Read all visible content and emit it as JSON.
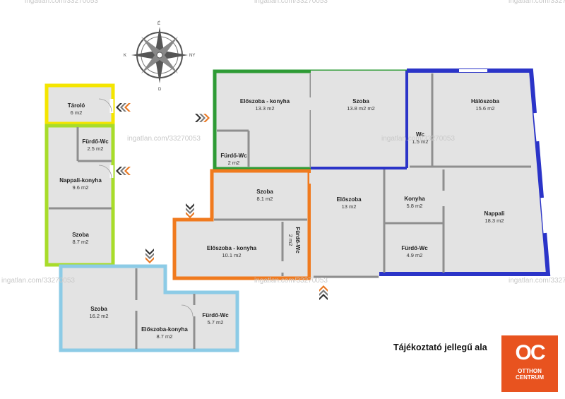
{
  "disclaimer": "Tájékoztató jellegű ala",
  "logo": {
    "mark": "OC",
    "line1": "OTTHON",
    "line2": "CENTRUM"
  },
  "watermark": "ingatlan.com/33270053",
  "compass": {
    "north": "É",
    "south": "D",
    "east": "K",
    "west": "NY"
  },
  "colors": {
    "yellow": "#f4e500",
    "lime": "#a8dc2a",
    "blue_light": "#8ccbe6",
    "orange": "#f07a1e",
    "green": "#2e9b35",
    "navy": "#2b34c8",
    "floor": "#e3e3e3",
    "wall": "#8f8f8f",
    "entrance_arrow": "#e87722"
  },
  "rooms": {
    "taroló": {
      "name": "Tároló",
      "area": "6 m2"
    },
    "furdo_y": {
      "name": "Fürdő-Wc",
      "area": "2.5 m2"
    },
    "nappali_konyha_y": {
      "name": "Nappali-konyha",
      "area": "9.6 m2"
    },
    "szoba_y": {
      "name": "Szoba",
      "area": "8.7 m2"
    },
    "szoba_b": {
      "name": "Szoba",
      "area": "16.2 m2"
    },
    "eloszoba_konyha_b": {
      "name": "Előszoba-konyha",
      "area": "8.7 m2"
    },
    "furdo_b": {
      "name": "Fürdő-Wc",
      "area": "5.7 m2"
    },
    "eloszoba_konyha_g": {
      "name": "Előszoba - konyha",
      "area": "13.3 m2"
    },
    "szoba_g": {
      "name": "Szoba",
      "area": "13.8 m2 m2"
    },
    "furdo_g": {
      "name": "Fürdő-Wc",
      "area": "2 m2"
    },
    "szoba_o": {
      "name": "Szoba",
      "area": "8.1 m2"
    },
    "eloszoba_konyha_o": {
      "name": "Előszoba - konyha",
      "area": "10.1 m2"
    },
    "furdo_o": {
      "name": "Fürdő-Wc",
      "area": "2 m2"
    },
    "wc_n": {
      "name": "Wc",
      "area": "1.5 m2"
    },
    "haloszoba_n": {
      "name": "Hálószoba",
      "area": "15.6 m2"
    },
    "eloszoba_n": {
      "name": "Előszoba",
      "area": "13 m2"
    },
    "konyha_n": {
      "name": "Konyha",
      "area": "5.8 m2"
    },
    "nappali_n": {
      "name": "Nappali",
      "area": "18.3 m2"
    },
    "furdo_n": {
      "name": "Fürdő-Wc",
      "area": "4.9 m2"
    }
  }
}
